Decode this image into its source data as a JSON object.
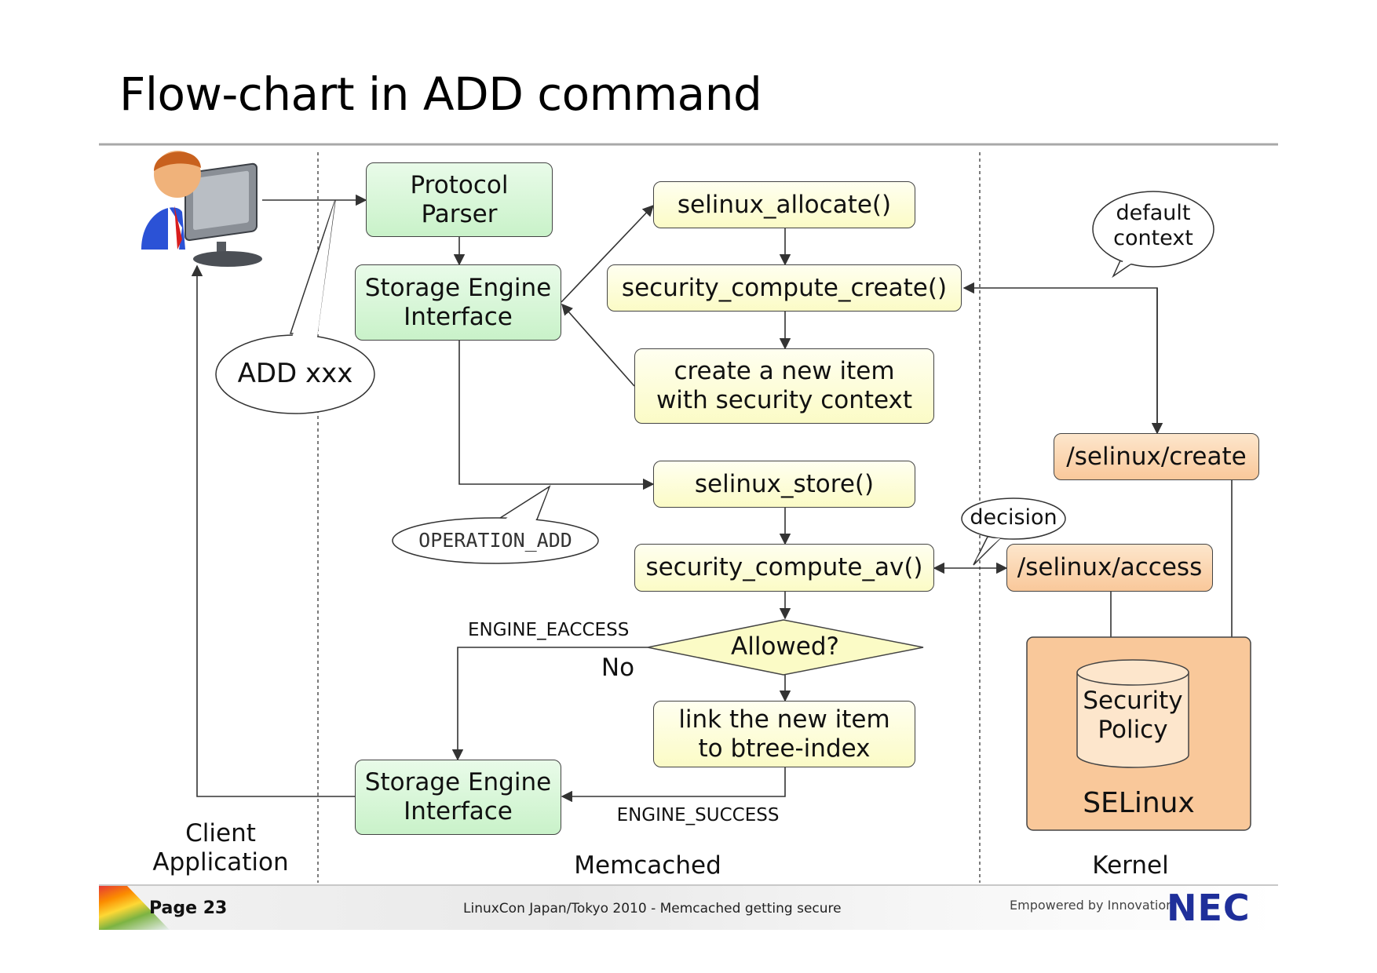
{
  "title": "Flow-chart in ADD command",
  "nodes": {
    "protocol_parser": "Protocol\nParser",
    "sei_top": "Storage Engine\nInterface",
    "sei_bottom": "Storage Engine\nInterface",
    "selinux_allocate": "selinux_allocate()",
    "security_compute_create": "security_compute_create()",
    "create_item": "create a new item\nwith security context",
    "selinux_store": "selinux_store()",
    "security_compute_av": "security_compute_av()",
    "allowed": "Allowed?",
    "link_item": "link the new item\nto btree-index",
    "selinux_create": "/selinux/create",
    "selinux_access": "/selinux/access",
    "security_policy": "Security\nPolicy",
    "selinux": "SELinux"
  },
  "callouts": {
    "add_cmd": "ADD xxx",
    "default_context": "default\ncontext",
    "operation_add": "OPERATION_ADD",
    "decision": "decision"
  },
  "labels": {
    "engine_eaccess": "ENGINE_EACCESS",
    "no": "No",
    "engine_success": "ENGINE_SUCCESS"
  },
  "columns": {
    "client": "Client\nApplication",
    "memcached": "Memcached",
    "kernel": "Kernel"
  },
  "footer": {
    "page": "Page 23",
    "event": "LinuxCon Japan/Tokyo 2010 - Memcached getting secure",
    "tagline": "Empowered by Innovation",
    "logo": "NEC"
  },
  "colors": {
    "green_box": "#c9f2c9",
    "yellow_box": "#fbfbc6",
    "orange_box": "#f9c89a",
    "nec_blue": "#1f2f9a"
  }
}
